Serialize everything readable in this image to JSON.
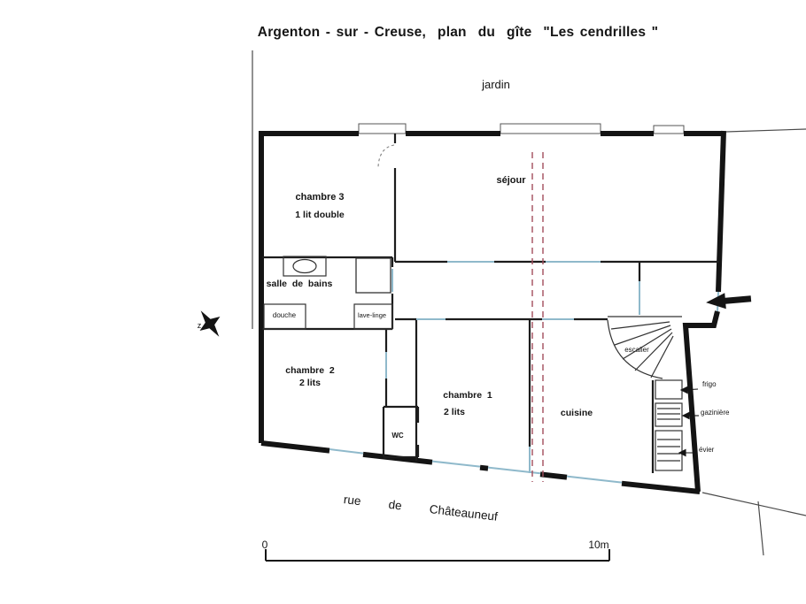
{
  "title": "Argenton - sur - Creuse,  plan  du  gîte  \"Les cendrilles \"",
  "areas": {
    "garden": "jardin",
    "street": "rue  de  Châteauneuf"
  },
  "rooms": {
    "chambre3": {
      "name": "chambre 3",
      "beds": "1 lit double"
    },
    "sejour": {
      "name": "séjour"
    },
    "salle_de_bains": {
      "name": "salle  de  bains"
    },
    "douche": {
      "name": "douche"
    },
    "lave_linge": {
      "name": "lave-linge"
    },
    "chambre2": {
      "name": "chambre  2",
      "beds": "2 lits"
    },
    "chambre1": {
      "name": "chambre  1",
      "beds": "2 lits"
    },
    "cuisine": {
      "name": "cuisine"
    },
    "wc": {
      "name": "WC"
    },
    "escalier": {
      "name": "escalier"
    }
  },
  "kitchen": {
    "frigo": "frigo",
    "gaziniere": "gazinière",
    "evier": "évier"
  },
  "scale_bar": {
    "start": "0",
    "end": "10m"
  },
  "compass": {
    "letter": "z"
  },
  "colors": {
    "wall": "#141414",
    "window": "#8fb9cb",
    "section": "#a34d5c"
  }
}
